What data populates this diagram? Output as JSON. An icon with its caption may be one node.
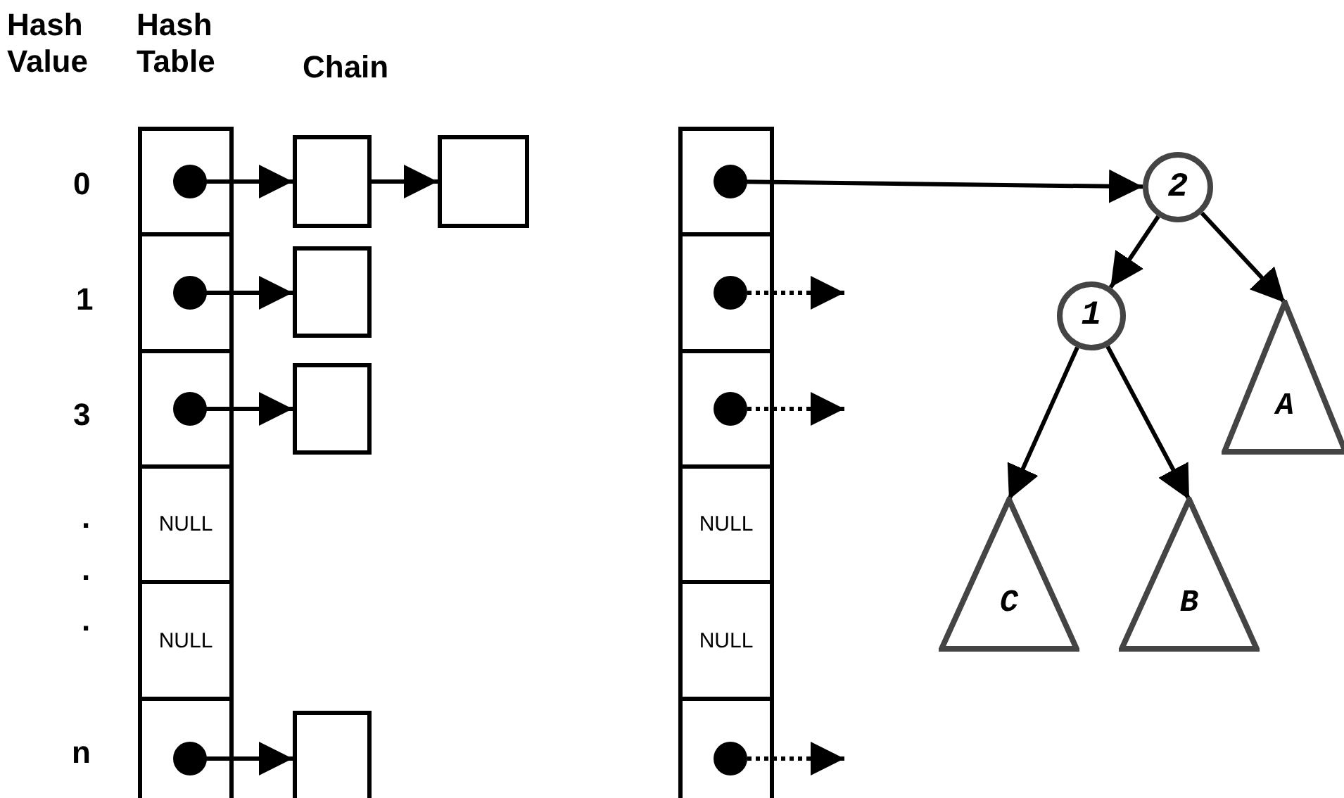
{
  "diagram": {
    "nodes": [
      {
        "text": [],
        "shape": "box"
      },
      {
        "text": [],
        "shape": "box"
      },
      {
        "text": [],
        "shape": "box"
      },
      {
        "text": [
          "NULL"
        ]
      },
      {
        "text": [
          "NULL"
        ]
      },
      {
        "text": [],
        "shape": "box"
      },
      {
        "text": [],
        "shape": "box"
      },
      {
        "text": [],
        "shape": "box"
      },
      {
        "text": [],
        "shape": "box"
      },
      {
        "text": [],
        "shape": "box"
      },
      {
        "text": [],
        "shape": "box"
      },
      {
        "text": [],
        "shape": "box"
      },
      {
        "text": [],
        "shape": "box"
      },
      {
        "text": [],
        "shape": "box"
      },
      {
        "text": [
          "NULL"
        ]
      },
      {
        "text": [
          "NULL"
        ]
      },
      {
        "text": [],
        "shape": "box"
      },
      {
        "text": [
          "2"
        ]
      },
      {
        "text": [
          "1"
        ]
      },
      {
        "text": [
          "A"
        ]
      },
      {
        "text": [
          "C"
        ]
      },
      {
        "text": [
          "B"
        ]
      }
    ],
    "edges": [
      {
        "from": 0,
        "to": 6,
        "arrow": "to"
      },
      {
        "from": 6,
        "to": 7,
        "arrow": "to"
      },
      {
        "from": 1,
        "to": 8,
        "arrow": "to"
      },
      {
        "from": 2,
        "to": 9,
        "arrow": "to"
      },
      {
        "from": 5,
        "to": 10,
        "arrow": "to"
      },
      {
        "from": 11,
        "to": 17,
        "arrow": "to"
      },
      {
        "from": 12,
        "to": null,
        "arrow": "to",
        "style": "dashed"
      },
      {
        "from": 13,
        "to": null,
        "arrow": "to",
        "style": "dashed"
      },
      {
        "from": 16,
        "to": null,
        "arrow": "to",
        "style": "dashed"
      },
      {
        "from": 17,
        "to": 18,
        "arrow": "to"
      },
      {
        "from": 17,
        "to": 19,
        "arrow": "to"
      },
      {
        "from": 18,
        "to": 20,
        "arrow": "to"
      },
      {
        "from": 18,
        "to": 21,
        "arrow": "to"
      }
    ],
    "labels": [
      "Hash Value",
      "Hash Table",
      "Chain",
      "0",
      "1",
      "3",
      ".",
      ".",
      ".",
      "n"
    ]
  }
}
